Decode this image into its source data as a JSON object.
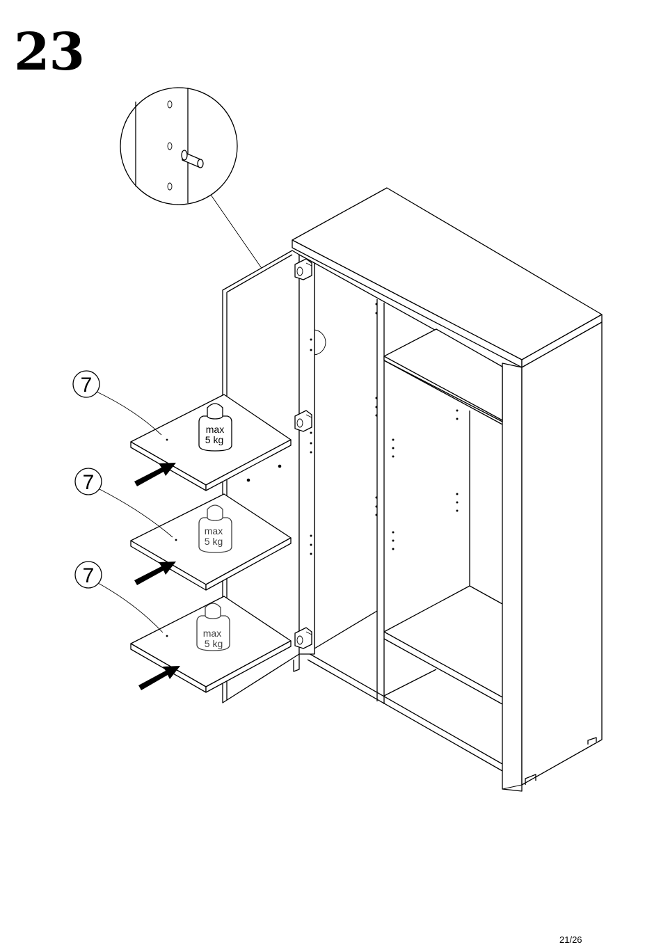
{
  "step": {
    "number": "23"
  },
  "callouts": [
    {
      "part": "7"
    },
    {
      "part": "7"
    },
    {
      "part": "7"
    }
  ],
  "weight_limits": [
    {
      "line1": "max",
      "line2": "5 kg"
    },
    {
      "line1": "max",
      "line2": "5 kg"
    },
    {
      "line1": "max",
      "line2": "5 kg"
    }
  ],
  "footer": {
    "page": "21/26"
  }
}
